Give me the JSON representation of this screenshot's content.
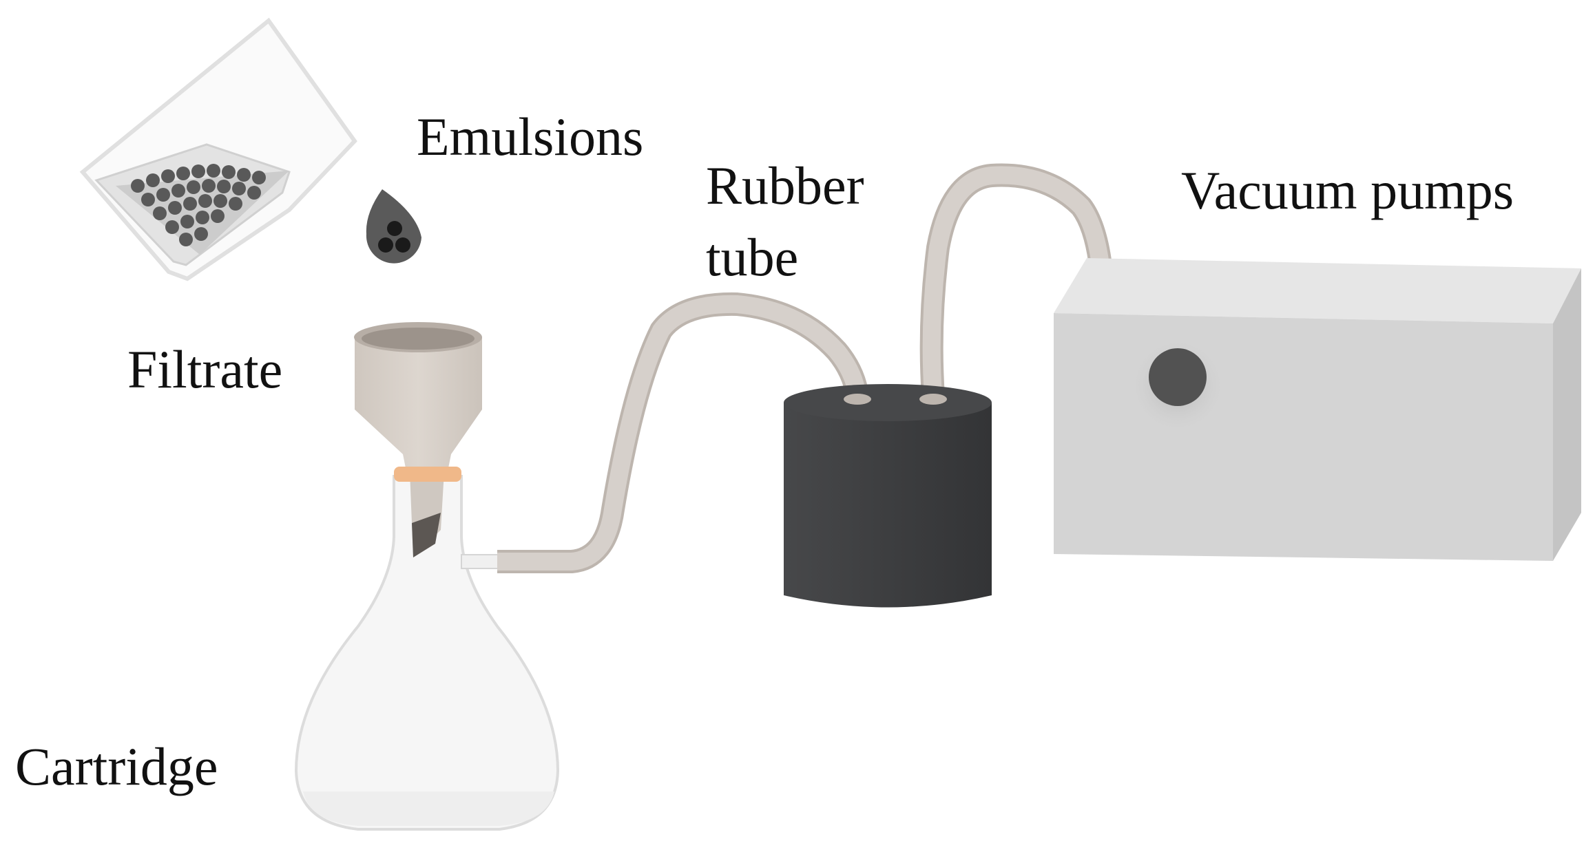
{
  "labels": {
    "emulsions": "Emulsions",
    "rubber_tube_line1": "Rubber",
    "rubber_tube_line2": "tube",
    "vacuum_pumps": "Vacuum pumps",
    "filtrate": "Filtrate",
    "cartridge": "Cartridge"
  },
  "colors": {
    "tube": "#d6d0cb",
    "tube_edge": "#bdb5ae",
    "funnel": "#d8d1ca",
    "funnel_shadow": "#a89f96",
    "collar": "#f0b889",
    "trap": "#3d3e40",
    "pump_front": "#d4d4d4",
    "pump_top": "#e6e6e6",
    "pump_side": "#c4c4c4",
    "pump_knob": "#525252",
    "beaker_outline": "#d9d9d9",
    "particles": "#595959"
  },
  "icons": [
    "beaker-icon",
    "droplet-icon",
    "buchner-funnel-icon",
    "filter-flask-icon",
    "vacuum-trap-icon",
    "vacuum-pump-icon"
  ]
}
